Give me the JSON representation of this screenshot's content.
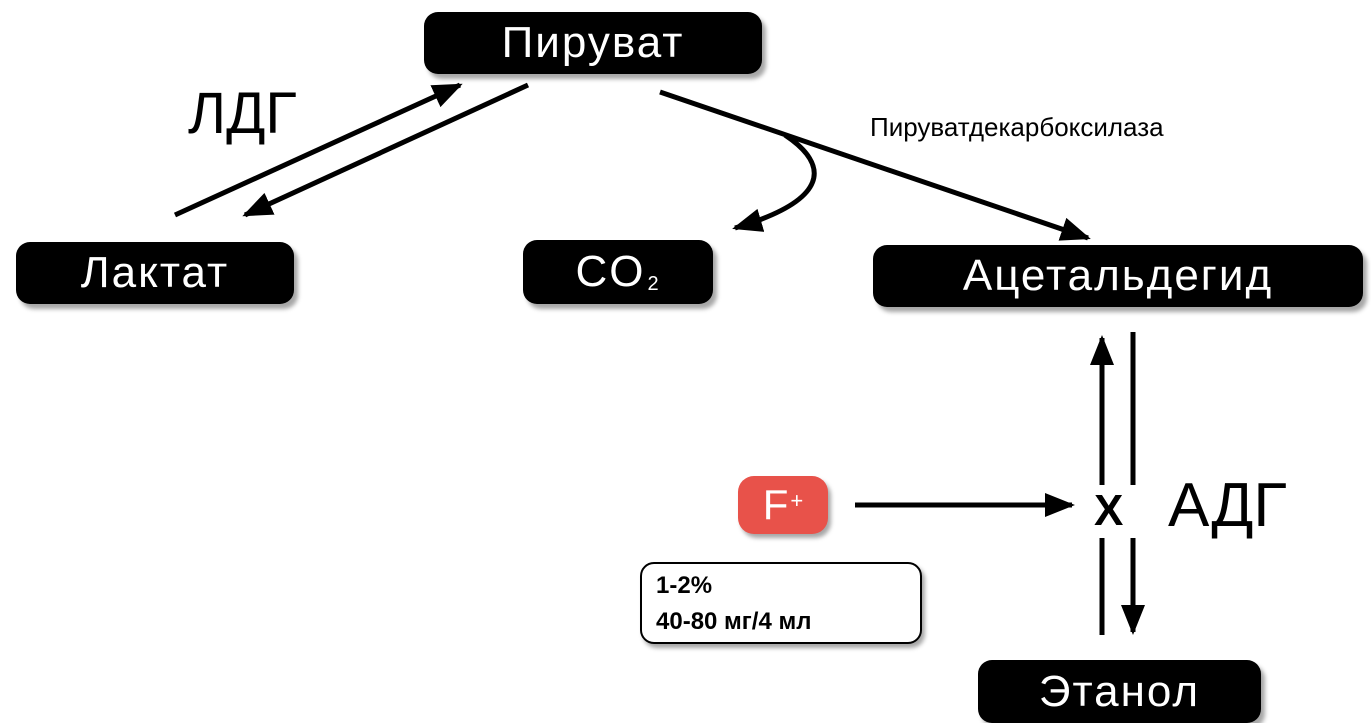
{
  "nodes": {
    "pyruvate": "Пируват",
    "lactate": "Лактат",
    "co2_main": "CO",
    "co2_sub": "2",
    "acetaldehyde": "Ацетальдегид",
    "ethanol": "Этанол"
  },
  "enzymes": {
    "ldh": "ЛДГ",
    "pdc": "Пируватдекарбоксилаза",
    "adh": "АДГ"
  },
  "inhibitor": {
    "symbol": "F",
    "charge": "+",
    "block_mark": "X",
    "color": "#e8524a"
  },
  "concentration": {
    "line1": "1-2%",
    "line2": "40-80 мг/4 мл"
  }
}
